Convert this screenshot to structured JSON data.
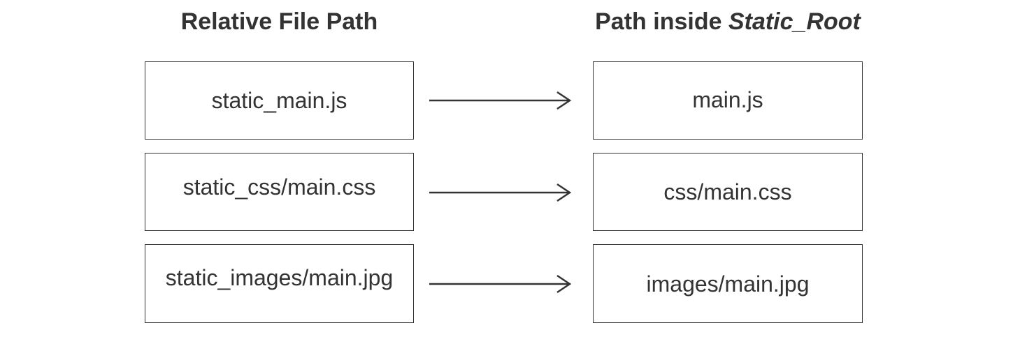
{
  "headings": {
    "left": "Relative File Path",
    "right_prefix": "Path inside ",
    "right_emphasis": "Static_Root"
  },
  "mappings": [
    {
      "source": "static_main.js",
      "target": "main.js"
    },
    {
      "source": "static_css/main.css",
      "target": "css/main.css"
    },
    {
      "source": "static_images/main.jpg",
      "target": "images/main.jpg"
    }
  ],
  "colors": {
    "ink": "#333333",
    "background": "#ffffff"
  }
}
